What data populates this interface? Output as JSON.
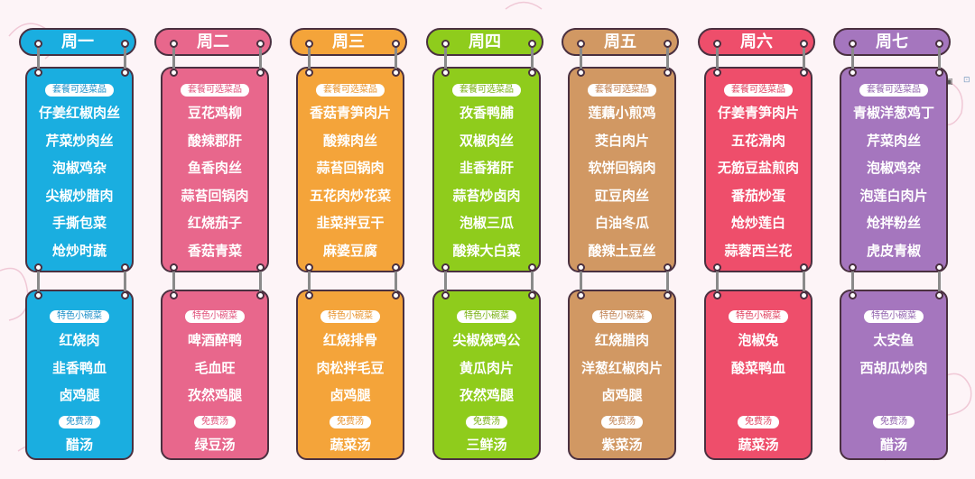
{
  "labels": {
    "combo": "套餐可选菜品",
    "special": "特色小碗菜",
    "soup": "免费汤"
  },
  "days": [
    {
      "name": "周一",
      "color": "#1aaee0",
      "text": "#1a8ec8",
      "combo": [
        "仔姜红椒肉丝",
        "芹菜炒肉丝",
        "泡椒鸡杂",
        "尖椒炒腊肉",
        "手撕包菜",
        "炝炒时蔬"
      ],
      "special": [
        "红烧肉",
        "韭香鸭血",
        "卤鸡腿"
      ],
      "soup": "醋汤"
    },
    {
      "name": "周二",
      "color": "#e8678c",
      "text": "#e0507a",
      "combo": [
        "豆花鸡柳",
        "酸辣郡肝",
        "鱼香肉丝",
        "蒜苔回锅肉",
        "红烧茄子",
        "香菇青菜"
      ],
      "special": [
        "啤酒醉鸭",
        "毛血旺",
        "孜然鸡腿"
      ],
      "soup": "绿豆汤"
    },
    {
      "name": "周三",
      "color": "#f4a43a",
      "text": "#e8922a",
      "combo": [
        "香菇青笋肉片",
        "酸辣肉丝",
        "蒜苔回锅肉",
        "五花肉炒花菜",
        "韭菜拌豆干",
        "麻婆豆腐"
      ],
      "special": [
        "红烧排骨",
        "肉松拌毛豆",
        "卤鸡腿"
      ],
      "soup": "蔬菜汤"
    },
    {
      "name": "周四",
      "color": "#8fcc1c",
      "text": "#78b010",
      "combo": [
        "孜香鸭脯",
        "双椒肉丝",
        "韭香猪肝",
        "蒜苔炒卤肉",
        "泡椒三瓜",
        "酸辣大白菜"
      ],
      "special": [
        "尖椒烧鸡公",
        "黄瓜肉片",
        "孜然鸡腿"
      ],
      "soup": "三鲜汤"
    },
    {
      "name": "周五",
      "color": "#d19863",
      "text": "#c08050",
      "combo": [
        "莲藕小煎鸡",
        "茭白肉片",
        "软饼回锅肉",
        "豇豆肉丝",
        "白油冬瓜",
        "酸辣土豆丝"
      ],
      "special": [
        "红烧腊肉",
        "洋葱红椒肉片",
        "卤鸡腿"
      ],
      "soup": "紫菜汤"
    },
    {
      "name": "周六",
      "color": "#ee4e6b",
      "text": "#e0405e",
      "combo": [
        "仔姜青笋肉片",
        "五花滑肉",
        "无筋豆盐煎肉",
        "番茄炒蛋",
        "炝炒莲白",
        "蒜蓉西兰花"
      ],
      "special": [
        "泡椒兔",
        "酸菜鸭血"
      ],
      "soup": "蔬菜汤"
    },
    {
      "name": "周七",
      "color": "#a576be",
      "text": "#9060ad",
      "combo": [
        "青椒洋葱鸡丁",
        "芹菜肉丝",
        "泡椒鸡杂",
        "泡莲白肉片",
        "炝拌粉丝",
        "虎皮青椒"
      ],
      "special": [
        "太安鱼",
        "西胡瓜炒肉"
      ],
      "soup": "醋汤"
    }
  ]
}
